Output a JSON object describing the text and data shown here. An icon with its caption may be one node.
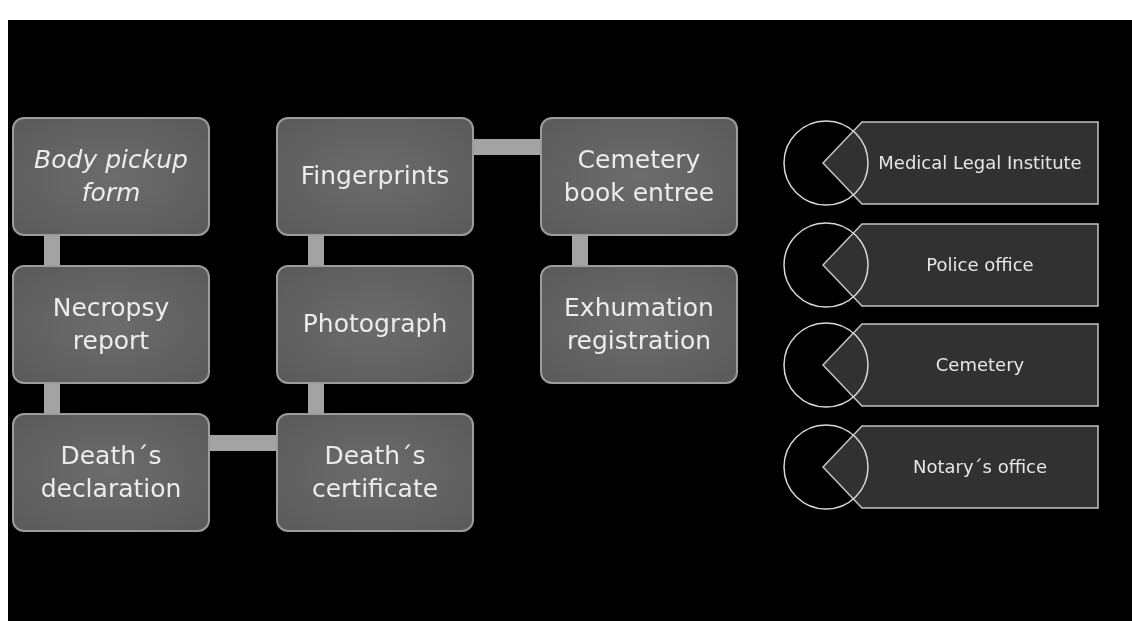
{
  "diagram": {
    "nodes": [
      {
        "text": [
          "Body pickup form"
        ]
      },
      {
        "text": [
          "Necropsy report"
        ]
      },
      {
        "text": [
          "Death´s declaration"
        ]
      },
      {
        "text": [
          "Death´s certificate"
        ]
      },
      {
        "text": [
          "Photograph"
        ]
      },
      {
        "text": [
          "Fingerprints"
        ]
      },
      {
        "text": [
          "Cemetery book entree"
        ]
      },
      {
        "text": [
          "Exhumation registration"
        ]
      },
      {
        "text": [
          "Medical Legal Institute"
        ]
      },
      {
        "text": [
          "Police office"
        ]
      },
      {
        "text": [
          "Cemetery"
        ]
      },
      {
        "text": [
          "Notary´s office"
        ]
      }
    ],
    "edges": [
      {
        "from": 0,
        "to": 1,
        "arrow": "none"
      },
      {
        "from": 1,
        "to": 2,
        "arrow": "none"
      },
      {
        "from": 2,
        "to": 3,
        "arrow": "none"
      },
      {
        "from": 3,
        "to": 4,
        "arrow": "none"
      },
      {
        "from": 4,
        "to": 5,
        "arrow": "none"
      },
      {
        "from": 5,
        "to": 6,
        "arrow": "none"
      },
      {
        "from": 6,
        "to": 7,
        "arrow": "none"
      }
    ]
  }
}
